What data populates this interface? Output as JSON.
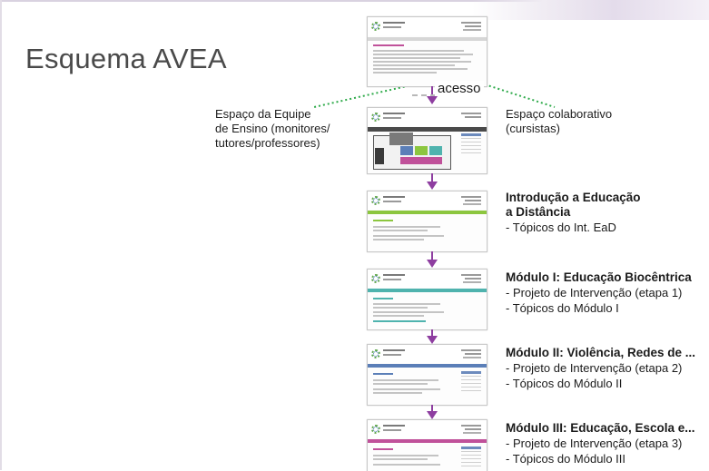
{
  "title": "Esquema AVEA",
  "acesso_label": "acesso",
  "left_label": {
    "lines": [
      "Espaço da Equipe",
      "de Ensino (monitores/",
      "tutores/professores)"
    ]
  },
  "right_label": {
    "lines": [
      "Espaço colaborativo",
      "(cursistas)"
    ]
  },
  "steps": [
    {
      "title_lines": [
        "Introdução a Educação",
        "a Distância"
      ],
      "items": [
        "- Tópicos do Int. EaD"
      ],
      "accent": "#8cc63f"
    },
    {
      "title_lines": [
        "Módulo I: Educação Biocêntrica"
      ],
      "items": [
        "- Projeto de Intervenção (etapa 1)",
        "- Tópicos do Módulo I"
      ],
      "accent": "#4fb3ae"
    },
    {
      "title_lines": [
        "Módulo II: Violência, Redes de ..."
      ],
      "items": [
        "- Projeto de Intervenção (etapa 2)",
        "- Tópicos do Módulo II"
      ],
      "accent": "#5b7fb8"
    },
    {
      "title_lines": [
        "Módulo III: Educação, Escola e..."
      ],
      "items": [
        "- Projeto de Intervenção (etapa 3)",
        "- Tópicos do Módulo III"
      ],
      "accent": "#c0519a"
    }
  ],
  "colors": {
    "arrow": "#8e3ea0",
    "dotted_connector": "#2eaa4a",
    "title": "#4a4a4a"
  }
}
